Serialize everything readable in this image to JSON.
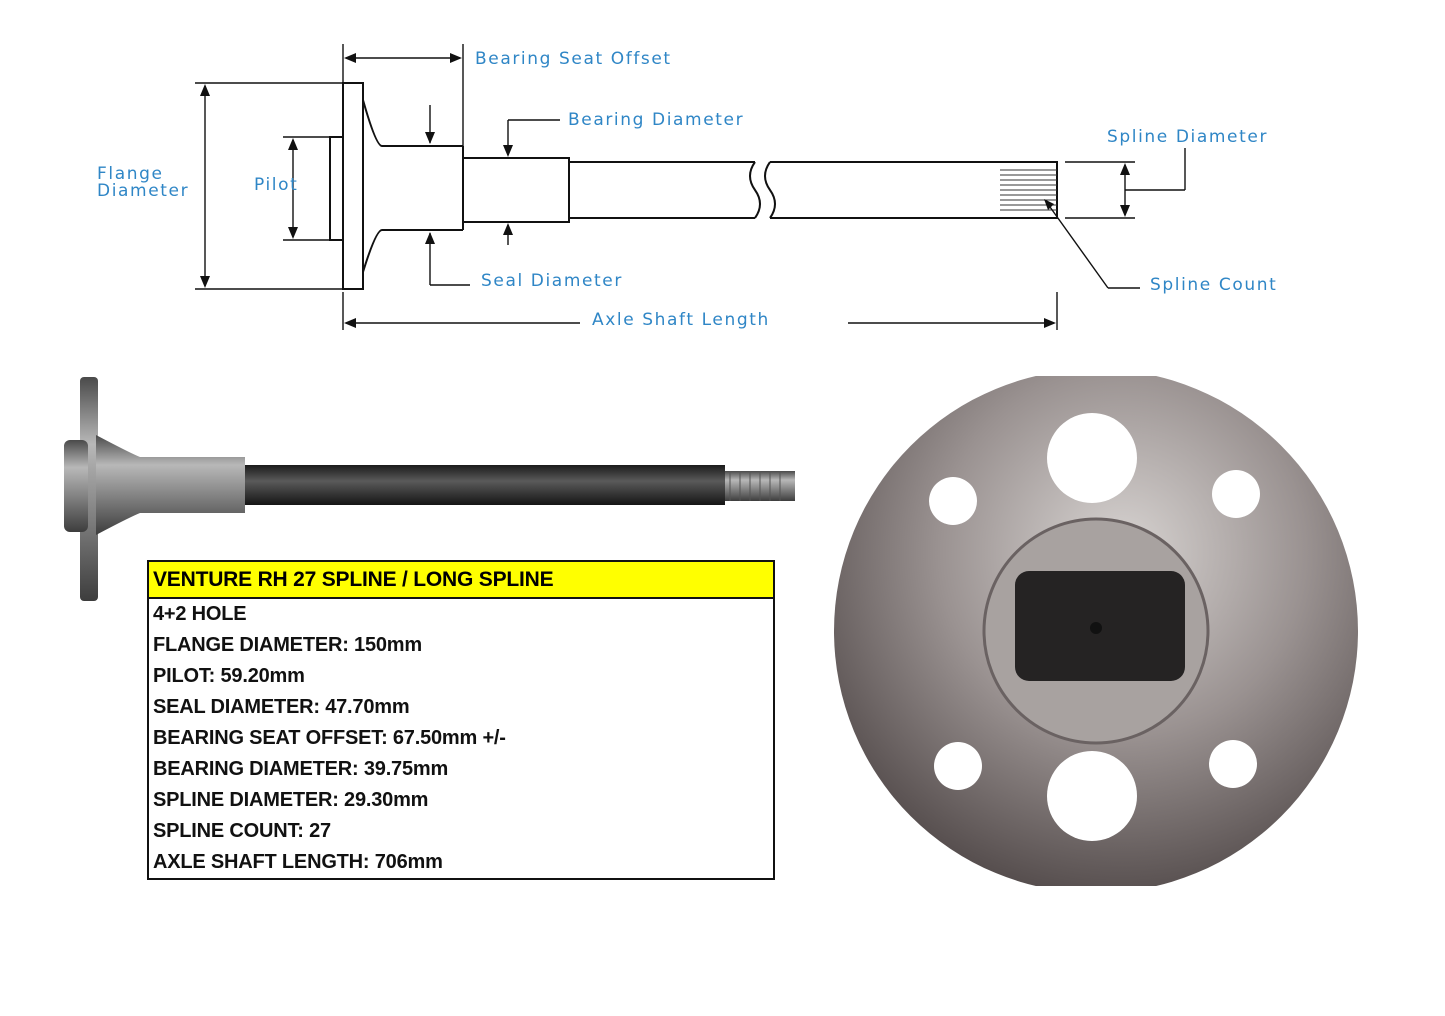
{
  "diagram": {
    "labels": {
      "bearing_seat_offset": "Bearing Seat Offset",
      "bearing_diameter": "Bearing Diameter",
      "spline_diameter": "Spline Diameter",
      "flange_diameter_line1": "Flange",
      "flange_diameter_line2": "Diameter",
      "pilot": "Pilot",
      "seal_diameter": "Seal Diameter",
      "spline_count": "Spline Count",
      "axle_shaft_length": "Axle Shaft Length"
    },
    "colors": {
      "label": "#2f86c6",
      "line": "#111111"
    }
  },
  "spec": {
    "title": "VENTURE RH 27 SPLINE / LONG SPLINE",
    "rows": [
      "4+2 HOLE",
      "FLANGE DIAMETER: 150mm",
      "PILOT: 59.20mm",
      "SEAL DIAMETER: 47.70mm",
      "BEARING SEAT OFFSET: 67.50mm +/-",
      "BEARING DIAMETER: 39.75mm",
      "SPLINE DIAMETER: 29.30mm",
      "SPLINE COUNT: 27",
      "AXLE SHAFT LENGTH: 706mm"
    ],
    "colors": {
      "header_bg": "#ffff00",
      "border": "#111111"
    }
  },
  "photos": {
    "shaft_side_view": "axle-shaft-photo",
    "flange_end_view": "flange-face-photo"
  }
}
